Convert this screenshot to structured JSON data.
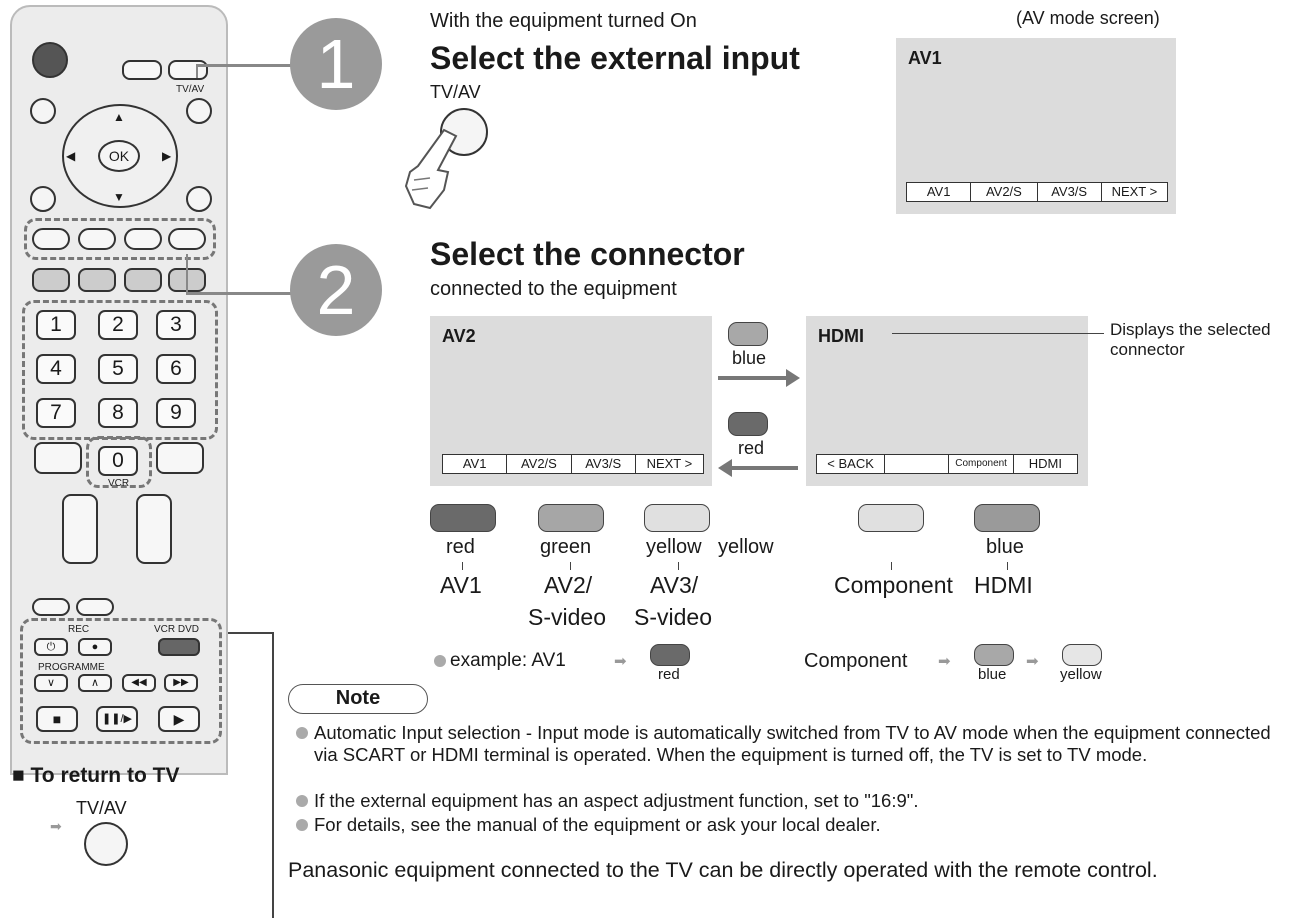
{
  "remote": {
    "tvav_label": "TV/AV",
    "ok_label": "OK",
    "num_keys": [
      "1",
      "2",
      "3",
      "4",
      "5",
      "6",
      "7",
      "8",
      "9",
      "0"
    ],
    "vcr_label": "VCR",
    "rec_label": "REC",
    "vcr_dvd_label": "VCR DVD",
    "programme_label": "PROGRAMME"
  },
  "step1": {
    "number": "1",
    "pre": "With the equipment turned On",
    "heading": "Select the external input",
    "button_label": "TV/AV",
    "screen_caption": "(AV mode screen)",
    "screen_title": "AV1",
    "screen_bar": [
      "AV1",
      "AV2/S",
      "AV3/S",
      "NEXT >"
    ]
  },
  "step2": {
    "number": "2",
    "heading": "Select the connector",
    "sub": "connected to the equipment",
    "left_screen": {
      "title": "AV2",
      "bar": [
        "AV1",
        "AV2/S",
        "AV3/S",
        "NEXT >"
      ]
    },
    "right_screen": {
      "title": "HDMI",
      "bar": [
        "< BACK",
        "",
        "Component",
        "HDMI"
      ]
    },
    "blue": "blue",
    "red": "red",
    "callout": "Displays the selected connector",
    "buttons": [
      {
        "color": "red",
        "label": "AV1",
        "sub": "",
        "hex": "#6a6a6a"
      },
      {
        "color": "green",
        "label": "AV2/",
        "sub": "S-video",
        "hex": "#a6a6a6"
      },
      {
        "color": "yellow",
        "label": "AV3/",
        "sub": "S-video",
        "hex": "#e0e0e0"
      },
      {
        "color": "yellow",
        "label": "Component",
        "sub": "",
        "hex": "#e0e0e0"
      },
      {
        "color": "blue",
        "label": "HDMI",
        "sub": "",
        "hex": "#9a9a9a"
      }
    ],
    "example_left": "example: AV1",
    "example_left_btn": "red",
    "example_right": "Component",
    "example_right_btns": [
      "blue",
      "yellow"
    ]
  },
  "return_tv": {
    "title": "To return to TV",
    "button_label": "TV/AV"
  },
  "note": {
    "title": "Note",
    "bullets": [
      "Automatic Input selection - Input mode is automatically switched from TV to AV mode when the equipment connected via SCART or HDMI terminal is operated. When the equipment is turned off, the TV is set to TV mode.",
      "If the external equipment has an aspect adjustment function, set to \"16:9\".",
      "For details, see the manual of the equipment or ask your local dealer."
    ],
    "footer": "Panasonic equipment connected to the TV can be directly operated with the remote control."
  }
}
